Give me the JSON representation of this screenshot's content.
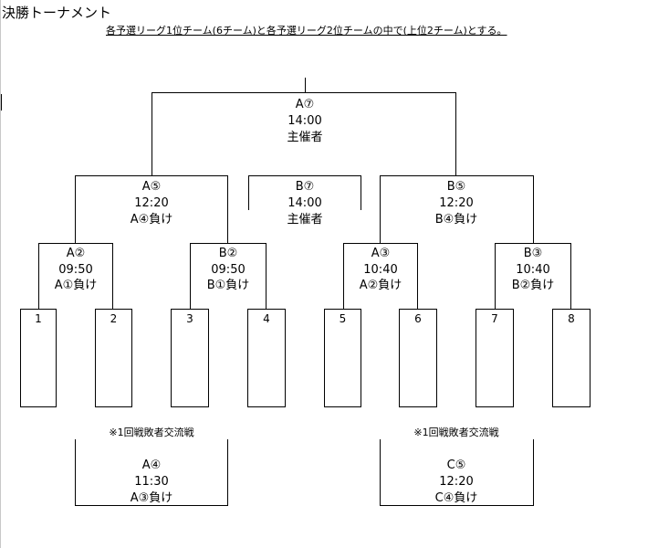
{
  "page": {
    "title": "決勝トーナメント",
    "subtitle": "各予選リーグ1位チーム(6チーム)と各予選リーグ2位チームの中で(上位2チーム)とする。"
  },
  "final": {
    "game": "A⑦",
    "time": "14:00",
    "note": "主催者"
  },
  "third_place": {
    "game": "B⑦",
    "time": "14:00",
    "note": "主催者"
  },
  "semifinals": [
    {
      "game": "A⑤",
      "time": "12:20",
      "note": "A④負け"
    },
    {
      "game": "B⑤",
      "time": "12:20",
      "note": "B④負け"
    }
  ],
  "quarterfinals": [
    {
      "game": "A②",
      "time": "09:50",
      "note": "A①負け"
    },
    {
      "game": "B②",
      "time": "09:50",
      "note": "B①負け"
    },
    {
      "game": "A③",
      "time": "10:40",
      "note": "A②負け"
    },
    {
      "game": "B③",
      "time": "10:40",
      "note": "B②負け"
    }
  ],
  "teams": [
    "1",
    "2",
    "3",
    "4",
    "5",
    "6",
    "7",
    "8"
  ],
  "consolation": [
    {
      "label": "※1回戦敗者交流戦",
      "game": "A④",
      "time": "11:30",
      "note": "A③負け"
    },
    {
      "label": "※1回戦敗者交流戦",
      "game": "C⑤",
      "time": "12:20",
      "note": "C④負け"
    }
  ]
}
